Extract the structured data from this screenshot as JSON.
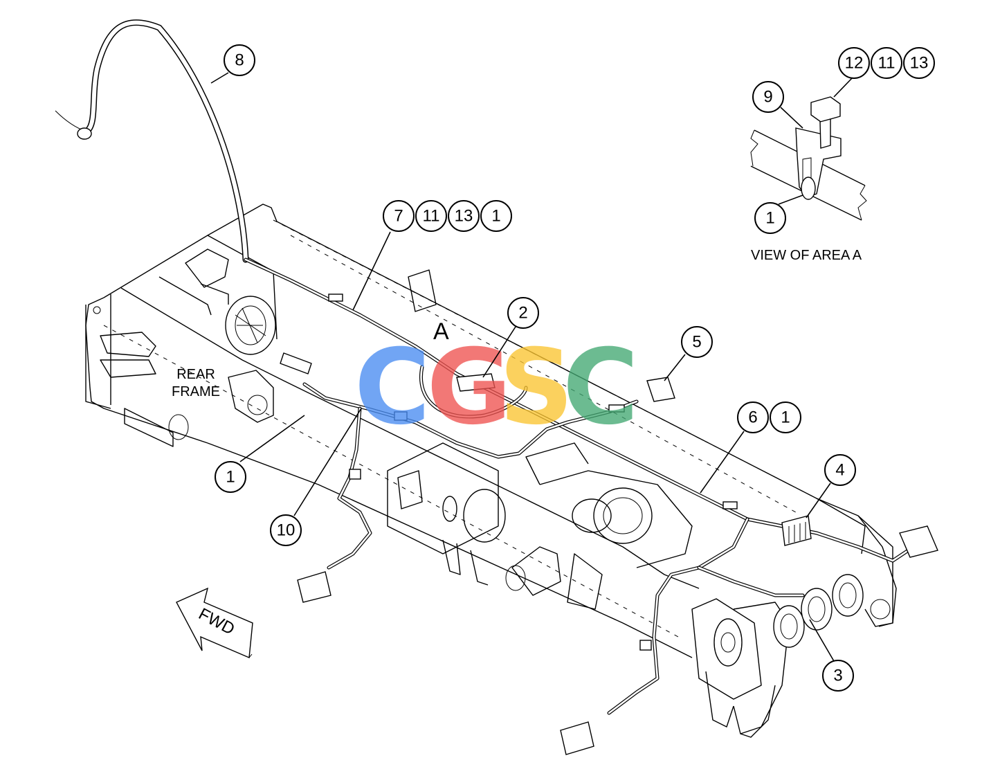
{
  "labels": {
    "rear_frame_line1": "REAR",
    "rear_frame_line2": "FRAME",
    "area_marker": "A",
    "view_title": "VIEW OF AREA A",
    "fwd": "FWD"
  },
  "callouts": {
    "c8": "8",
    "c7": "7",
    "c7_11": "11",
    "c7_13": "13",
    "c7_1": "1",
    "c2": "2",
    "c5": "5",
    "c6": "6",
    "c6_1": "1",
    "c4": "4",
    "c3": "3",
    "c1": "1",
    "c10": "10",
    "va_12": "12",
    "va_11": "11",
    "va_13": "13",
    "va_9": "9",
    "va_1": "1"
  },
  "watermark": {
    "letters": [
      "C",
      "G",
      "S",
      "C"
    ],
    "colors": [
      "#4a8df2",
      "#ef5350",
      "#fbc531",
      "#43a873"
    ]
  }
}
